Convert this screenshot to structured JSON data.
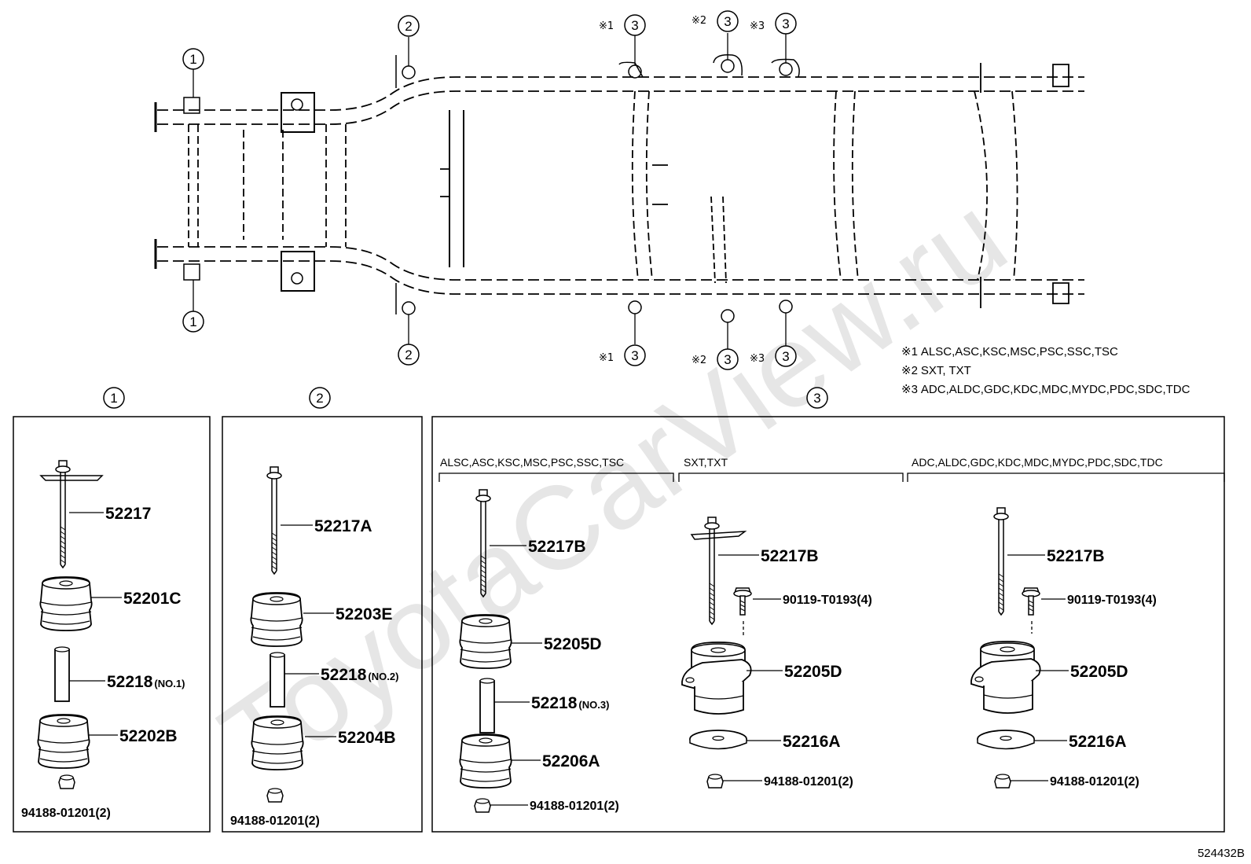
{
  "watermark": "ToyotaCarView.ru",
  "diagram_code": "524432B",
  "callouts": {
    "c1": "1",
    "c2": "2",
    "c3": "3"
  },
  "note_mark": "※",
  "notes": {
    "n1": {
      "mark": "※1",
      "text": "ALSC,ASC,KSC,MSC,PSC,SSC,TSC"
    },
    "n2": {
      "mark": "※2",
      "text": "SXT, TXT"
    },
    "n3": {
      "mark": "※3",
      "text": "ADC,ALDC,GDC,KDC,MDC,MYDC,PDC,SDC,TDC"
    }
  },
  "panel1": {
    "p1": "52217",
    "p2": "52201C",
    "p3": "52218",
    "p3_note": "(NO.1)",
    "p4": "52202B",
    "p5": "94188-01201(2)"
  },
  "panel2": {
    "p1": "52217A",
    "p2": "52203E",
    "p3": "52218",
    "p3_note": "(NO.2)",
    "p4": "52204B",
    "p5": "94188-01201(2)"
  },
  "panel3": {
    "groupA": {
      "header": "ALSC,ASC,KSC,MSC,PSC,SSC,TSC",
      "p1": "52217B",
      "p2": "52205D",
      "p3": "52218",
      "p3_note": "(NO.3)",
      "p4": "52206A",
      "p5": "94188-01201(2)"
    },
    "groupB": {
      "header": "SXT,TXT",
      "p1": "52217B",
      "p2": "90119-T0193(4)",
      "p3": "52205D",
      "p4": "52216A",
      "p5": "94188-01201(2)"
    },
    "groupC": {
      "header": "ADC,ALDC,GDC,KDC,MDC,MYDC,PDC,SDC,TDC",
      "p1": "52217B",
      "p2": "90119-T0193(4)",
      "p3": "52205D",
      "p4": "52216A",
      "p5": "94188-01201(2)"
    }
  }
}
